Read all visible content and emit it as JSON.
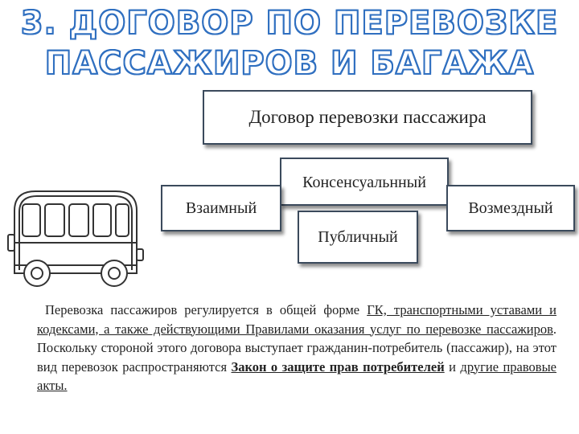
{
  "title": {
    "line1": "3. ДОГОВОР ПО ПЕРЕВОЗКЕ",
    "line2": "ПАССАЖИРОВ И БАГАЖА"
  },
  "diagram": {
    "main": "Договор перевозки пассажира",
    "consensual": "Консенсуальнный",
    "mutual": "Взаимный",
    "paid": "Возмездный",
    "public": "Публичный"
  },
  "paragraph": {
    "t1": "Перевозка пассажиров регулируется в общей форме ",
    "l1": "ГК, транспортными уставами и кодексами, а также действующими Правилами оказания услуг по перевозке пассажиров",
    "t2": ". Поскольку стороной этого договора выступает гражданин-потребитель (пассажир), на этот вид перевозок распространяются ",
    "l2": "Закон о защите прав потребителей",
    "t3": " и ",
    "l3": "другие правовые акты."
  },
  "colors": {
    "title_outline": "#2f6fc0",
    "box_border": "#3b4a5c"
  },
  "icons": [
    "bus-icon"
  ]
}
